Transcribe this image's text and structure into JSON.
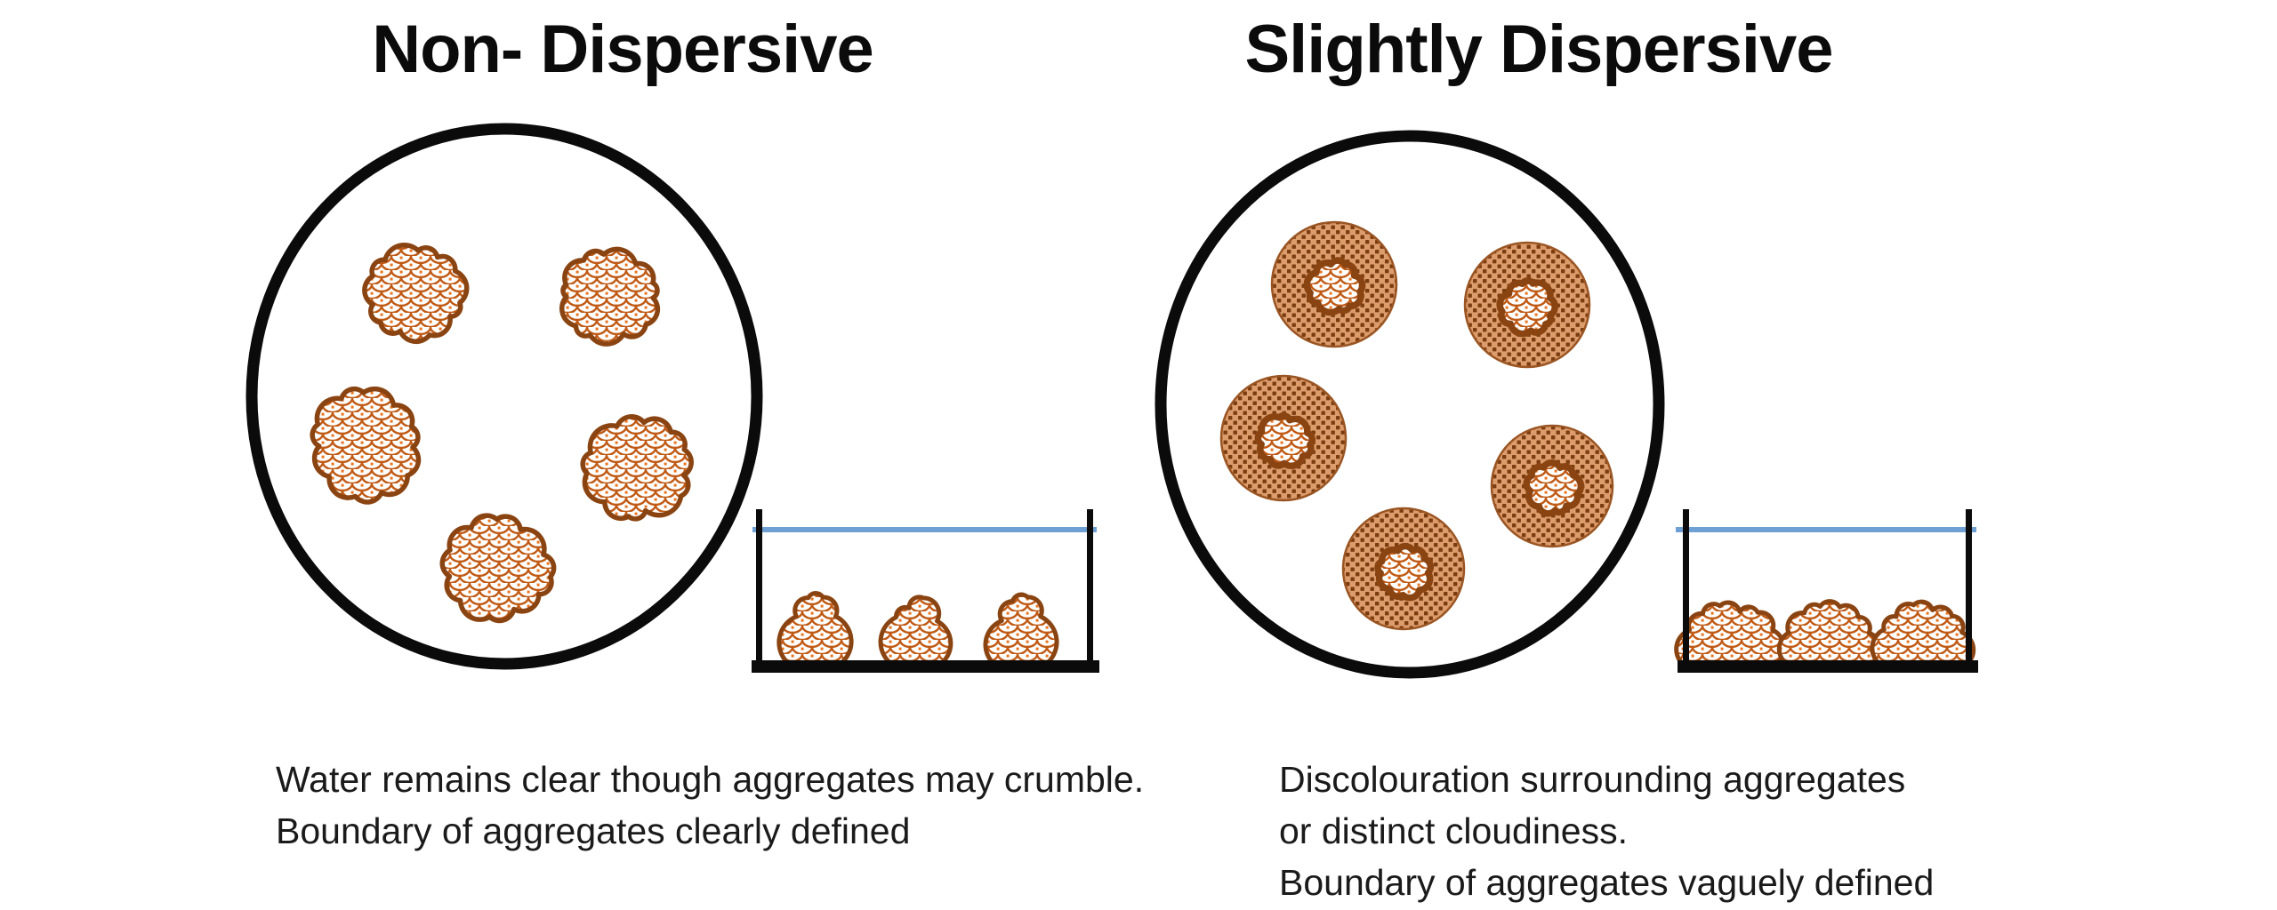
{
  "panels": [
    {
      "id": "non-dispersive",
      "title": "Non- Dispersive",
      "caption_lines": [
        "Water remains clear though aggregates may crumble.",
        "Boundary of aggregates clearly defined"
      ],
      "dish_aggregate_count": 5,
      "tray_aggregate_count": 3
    },
    {
      "id": "slightly-dispersive",
      "title": "Slightly Dispersive",
      "caption_lines": [
        "Discolouration surrounding aggregates",
        "or distinct cloudiness.",
        "Boundary of aggregates vaguely defined"
      ],
      "dish_aggregate_count": 5,
      "tray_aggregate_count": 3
    }
  ],
  "colors": {
    "background": "#ffffff",
    "ink_black": "#0b0b0b",
    "water_blue": "#6fa0d4",
    "aggregate_outline_brown": "#8a4412",
    "scale_pattern_orange": "#c05a15",
    "scale_pattern_dot_orange": "#e8741f",
    "halo_fill_tan": "#dc9c6c",
    "halo_speck_brown": "#7b3d10",
    "halo_edge_brown": "#9a5523",
    "text_black": "#1a1a1a"
  }
}
